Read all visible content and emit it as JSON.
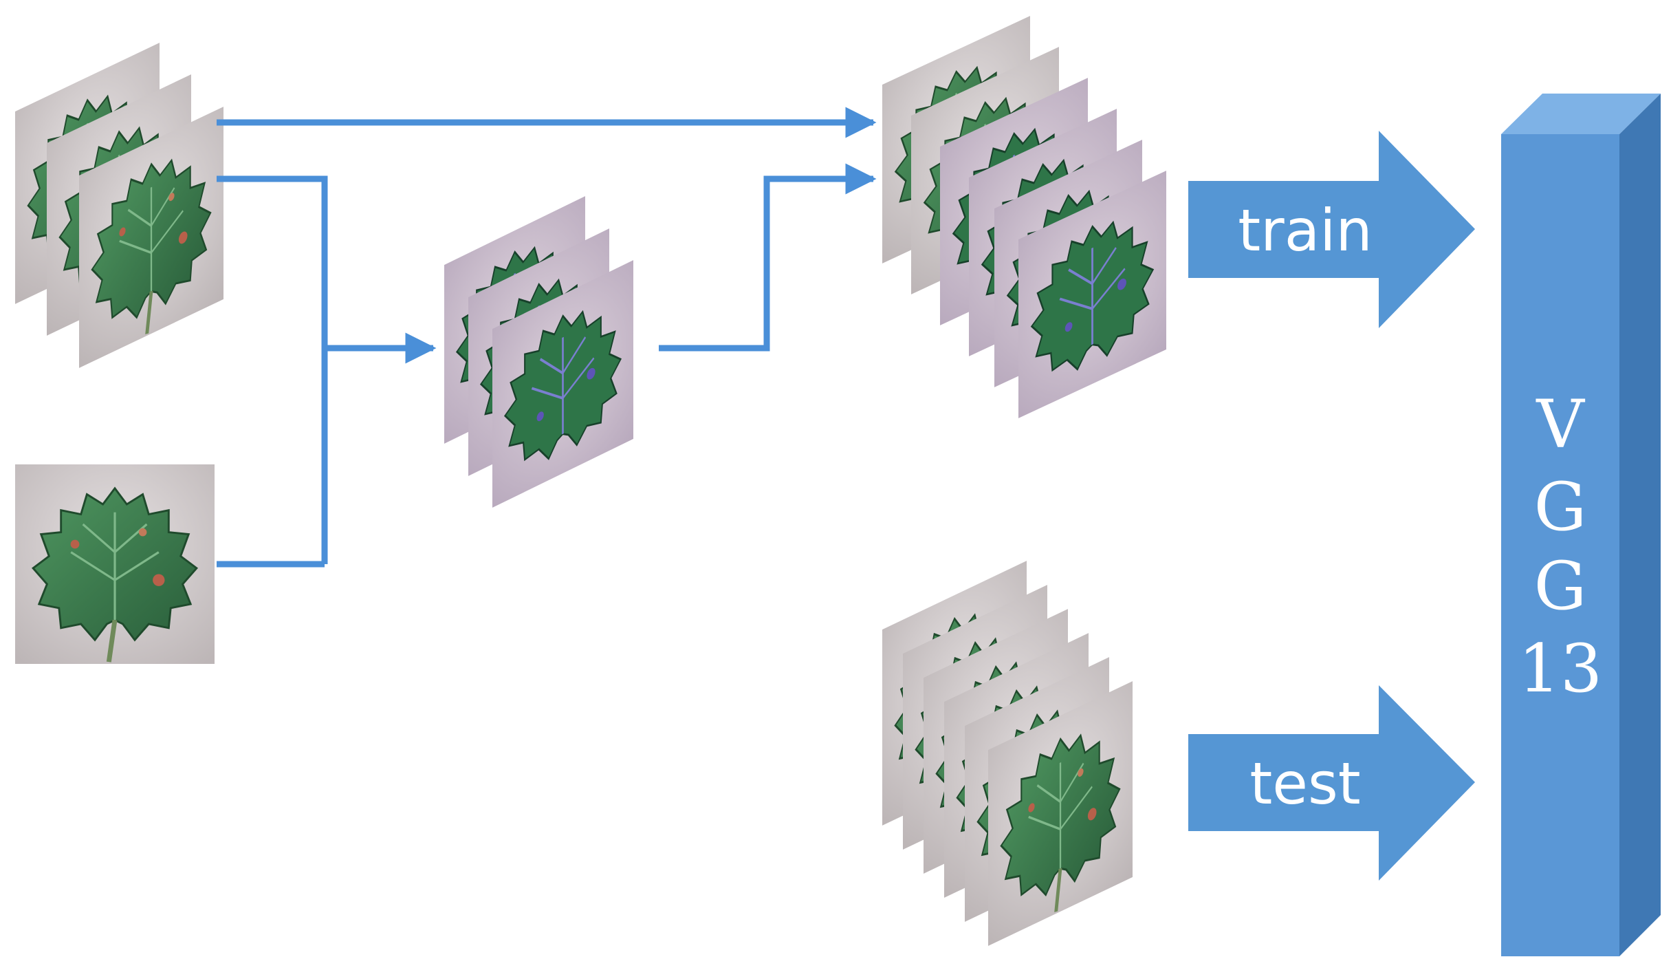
{
  "labels": {
    "train": "train",
    "test": "test"
  },
  "model": {
    "letters": [
      "V",
      "G",
      "G",
      "13"
    ]
  },
  "colors": {
    "arrow": "#4a8fd8",
    "block_arrow": "#5596d4",
    "model_front": "#5a97d6",
    "model_top": "#7eb2e6",
    "model_side": "#3f78b4",
    "leaf_dark": "#2f6b42",
    "leaf_light": "#4f9660",
    "leaf_disease": "#b8604a",
    "photo_background": "#cbc5c4",
    "photo_tint": "#c9b6cc"
  },
  "icons": {
    "photo": "leaf-photo-icon"
  }
}
